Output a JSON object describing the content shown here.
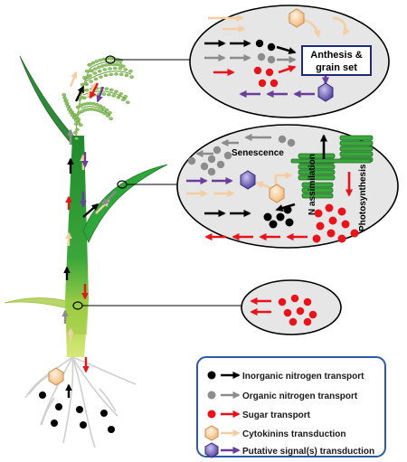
{
  "callouts": {
    "anthesis": {
      "line1": "Anthesis &",
      "line2": "grain set"
    },
    "leaf": {
      "senescence": "Senescence",
      "n_assimilation": "N assimilation",
      "photosynthesis": "Photosynthesis"
    }
  },
  "legend": {
    "items": [
      {
        "label": "Inorganic nitrogen transport",
        "color": "#000000",
        "symbol": "dot"
      },
      {
        "label": "Organic nitrogen transport",
        "color": "#8c8c8c",
        "symbol": "dot"
      },
      {
        "label": "Sugar transport",
        "color": "#e8141b",
        "symbol": "dot"
      },
      {
        "label": "Cytokinins transduction",
        "color": "#f2cfa3",
        "symbol": "hexagon-orange"
      },
      {
        "label": "Putative signal(s) transduction",
        "color": "#6a3d9a",
        "symbol": "hexagon-purple"
      }
    ]
  },
  "colors": {
    "black_arrow": "#000000",
    "gray_arrow": "#8c8c8c",
    "red_arrow": "#e8141b",
    "tan_arrow": "#f2cfa3",
    "purple_arrow": "#6a3d9a",
    "leaf_dark": "#2e7d32",
    "stem_light": "#c8e06a",
    "legend_border": "#2b5aa8",
    "anthesis_border": "#1f2a7a"
  }
}
